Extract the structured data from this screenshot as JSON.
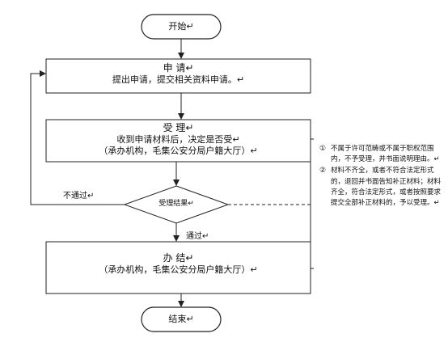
{
  "flow": {
    "start": "开始↵",
    "apply": {
      "title": "申  请↵",
      "line": "提出申请，提交相关资料申请。↵"
    },
    "accept": {
      "title": "受   理↵",
      "line1": "收到申请材料后，决定是否受↵",
      "line2": "（承办机构，毛集公安分局户籍大厅）↵"
    },
    "decision": "受理结果↵",
    "fail_label": "不通过↵",
    "pass_label": "通过↵",
    "handle": {
      "title": "办   结↵",
      "line": "（承办机构，毛集公安分局户籍大厅）↵"
    },
    "end": "结束↵"
  },
  "notes": [
    {
      "num": "①",
      "text": "不属于许可范畴或不属于职权范围内，不予受理，并书面说明理由。↵"
    },
    {
      "num": "②",
      "text": "材料不齐全，或者不符合法定形式的，退回并书面告知补正材料；材料齐全，符合法定形式，或者按照要求提交全部补正材料的，予以受理。↵"
    }
  ]
}
